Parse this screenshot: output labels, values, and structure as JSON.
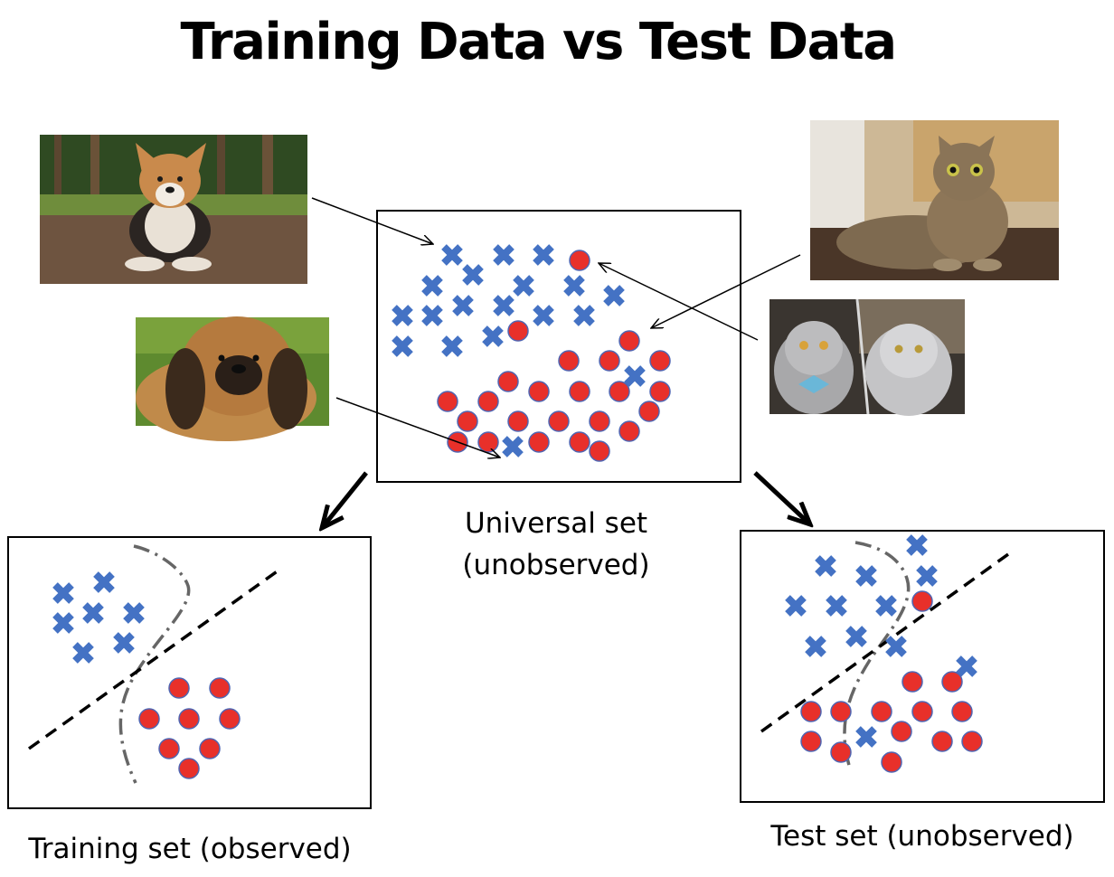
{
  "title": "Training Data vs Test Data",
  "captions": {
    "universal_line1": "Universal set",
    "universal_line2": "(unobserved)",
    "training": "Training set (observed)",
    "test": "Test set (unobserved)"
  },
  "photos": [
    {
      "name": "corgi-photo",
      "depicts": "corgi dog",
      "class": "dog"
    },
    {
      "name": "pekingese-photo",
      "depicts": "pekingese dog",
      "class": "dog"
    },
    {
      "name": "tabby-cat-photo",
      "depicts": "tabby cat",
      "class": "cat"
    },
    {
      "name": "fluffy-cats-photo",
      "depicts": "two fluffy grey cats",
      "class": "cat"
    }
  ],
  "marker_legend": {
    "dog": "blue-x-marker",
    "cat": "red-circle-marker"
  },
  "colors": {
    "cross": "#4472c4",
    "circle_fill": "#e8302a",
    "circle_stroke": "#4f65b2",
    "linear_boundary": "#000000",
    "curved_boundary": "#666666"
  }
}
